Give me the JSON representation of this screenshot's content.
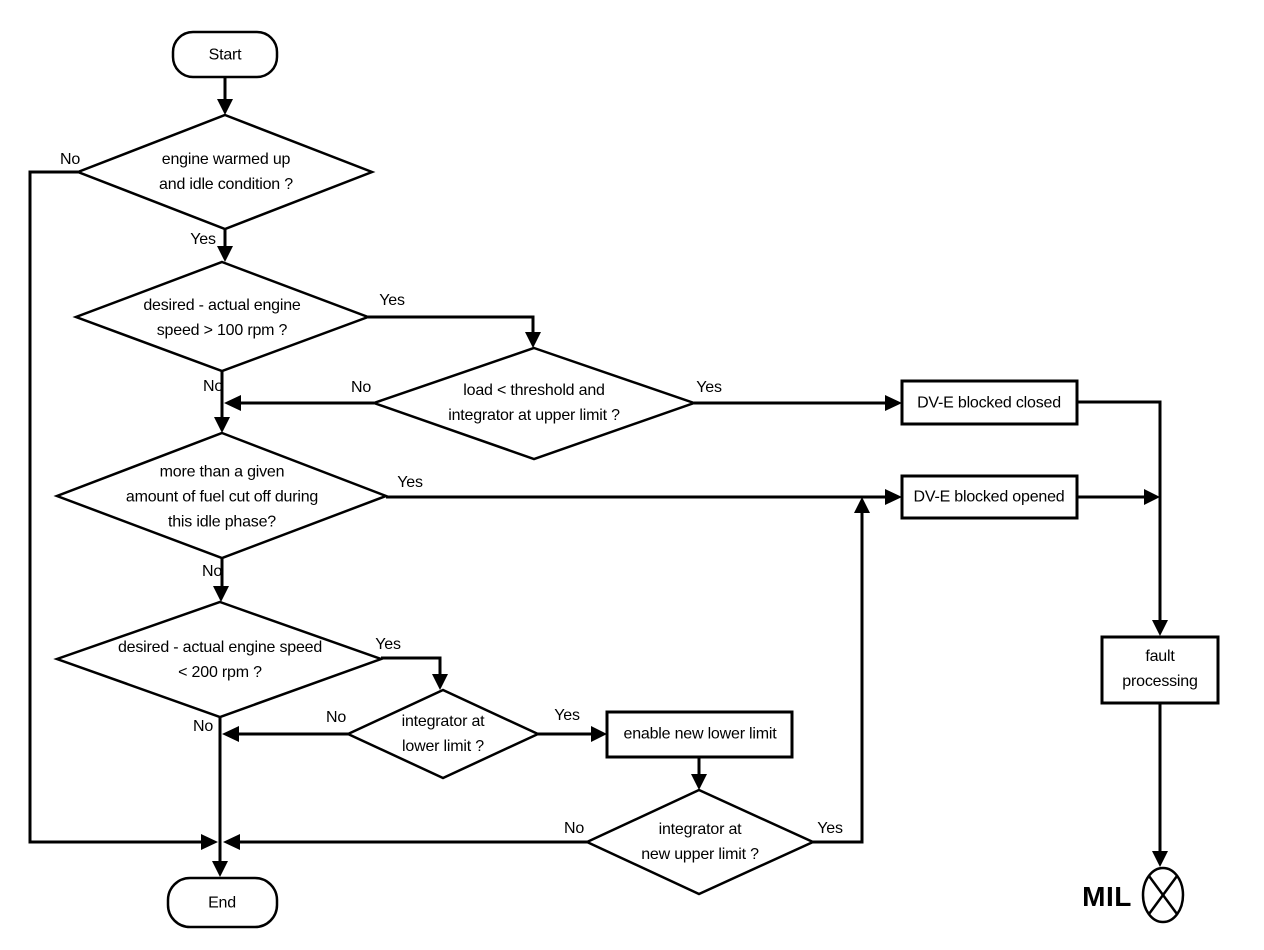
{
  "diagram": {
    "background_color": "#ffffff",
    "line_color": "#000000",
    "nodes": {
      "start": "Start",
      "warmed_up": "engine warmed up\nand idle condition ?",
      "speed_gt_100": "desired - actual engine\nspeed > 100 rpm ?",
      "load_threshold": "load < threshold and\nintegrator at upper limit ?",
      "fuel_cut_off": "more than a given\namount of fuel cut off during\nthis idle phase?",
      "speed_lt_200": "desired - actual engine speed\n< 200 rpm ?",
      "integrator_lower": "integrator at\nlower limit ?",
      "integrator_new_upper": "integrator at\nnew upper limit ?",
      "dve_blocked_closed": "DV-E blocked closed",
      "dve_blocked_opened": "DV-E blocked opened",
      "enable_new_lower_limit": "enable new lower limit",
      "fault_processing": "fault\nprocessing",
      "end": "End",
      "mil": "MIL"
    },
    "edge_labels": {
      "warmed_no": "No",
      "warmed_yes": "Yes",
      "speed100_yes": "Yes",
      "speed100_no": "No",
      "load_no": "No",
      "load_yes": "Yes",
      "fuel_yes": "Yes",
      "fuel_no": "No",
      "speed200_yes": "Yes",
      "speed200_no": "No",
      "lower_no": "No",
      "lower_yes": "Yes",
      "newupper_no": "No",
      "newupper_yes": "Yes"
    },
    "icons": {
      "mil_lamp": "circle-x-lamp-icon"
    }
  }
}
